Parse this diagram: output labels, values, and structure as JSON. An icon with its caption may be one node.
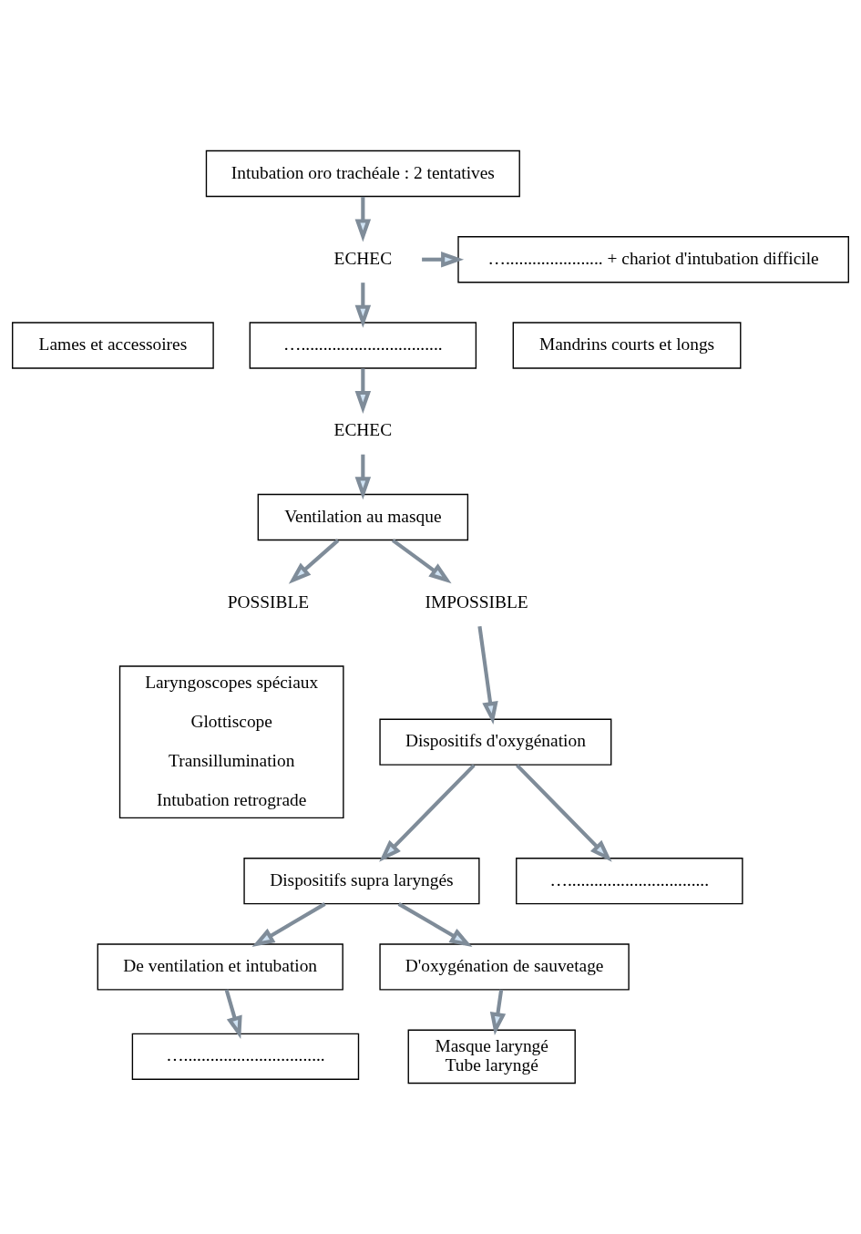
{
  "diagram": {
    "nodes": [
      {
        "text": [
          "Intubation oro trachéale : 2 tentatives"
        ]
      },
      {
        "text": [
          "ECHEC"
        ]
      },
      {
        "text": [
          "…...................... + chariot d'intubation difficile"
        ]
      },
      {
        "text": [
          "Lames et accessoires"
        ]
      },
      {
        "text": [
          "…................................"
        ]
      },
      {
        "text": [
          "Mandrins courts et longs"
        ]
      },
      {
        "text": [
          "ECHEC"
        ]
      },
      {
        "text": [
          "Ventilation au masque"
        ]
      },
      {
        "text": [
          "POSSIBLE"
        ]
      },
      {
        "text": [
          "IMPOSSIBLE"
        ]
      },
      {
        "text": [
          "Laryngoscopes spéciaux",
          "Glottiscope",
          "Transillumination",
          "Intubation retrograde"
        ]
      },
      {
        "text": [
          "Dispositifs d'oxygénation"
        ]
      },
      {
        "text": [
          "Dispositifs supra laryngés"
        ]
      },
      {
        "text": [
          "…................................"
        ]
      },
      {
        "text": [
          "De ventilation et intubation"
        ]
      },
      {
        "text": [
          "D'oxygénation de sauvetage"
        ]
      },
      {
        "text": [
          "…................................"
        ]
      },
      {
        "text": [
          "Masque laryngé",
          "Tube laryngé"
        ]
      }
    ],
    "edges": [
      {
        "from": 0,
        "to": 1,
        "arrow": "to"
      },
      {
        "from": 1,
        "to": 2,
        "arrow": "to"
      },
      {
        "from": 1,
        "to": 4,
        "arrow": "to"
      },
      {
        "from": 4,
        "to": 6,
        "arrow": "to"
      },
      {
        "from": 6,
        "to": 7,
        "arrow": "to"
      },
      {
        "from": 7,
        "to": 8,
        "arrow": "to"
      },
      {
        "from": 7,
        "to": 9,
        "arrow": "to"
      },
      {
        "from": 9,
        "to": 11,
        "arrow": "to"
      },
      {
        "from": 11,
        "to": 12,
        "arrow": "to"
      },
      {
        "from": 11,
        "to": 13,
        "arrow": "to"
      },
      {
        "from": 12,
        "to": 14,
        "arrow": "to"
      },
      {
        "from": 12,
        "to": 15,
        "arrow": "to"
      },
      {
        "from": 14,
        "to": 16,
        "arrow": "to"
      },
      {
        "from": 15,
        "to": 17,
        "arrow": "to"
      }
    ]
  }
}
